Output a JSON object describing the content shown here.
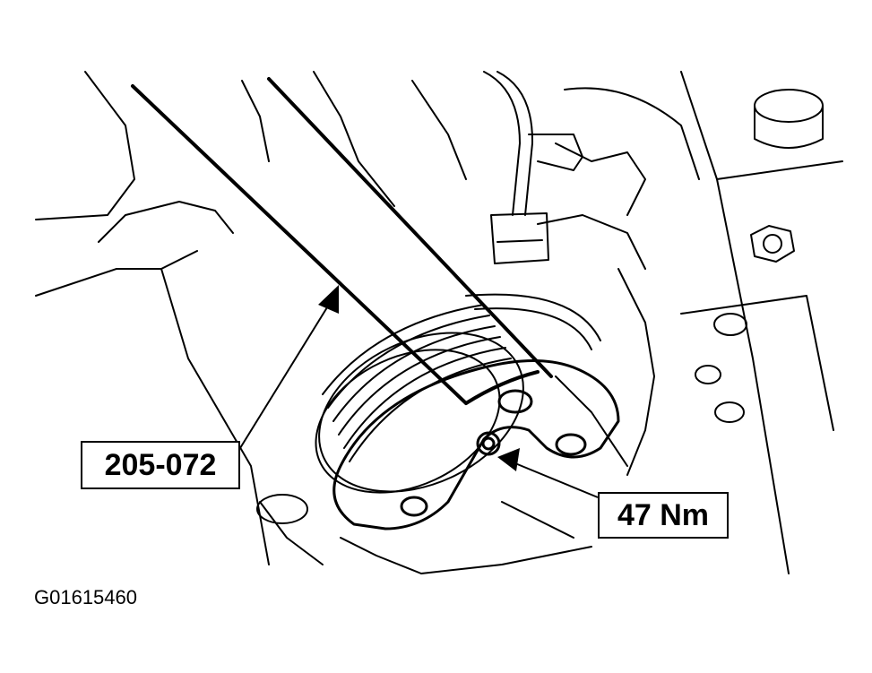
{
  "labels": {
    "tool_number": "205-072",
    "torque_value": "47 Nm"
  },
  "figure_id": "G01615460",
  "colors": {
    "line": "#000000",
    "background": "#ffffff"
  }
}
